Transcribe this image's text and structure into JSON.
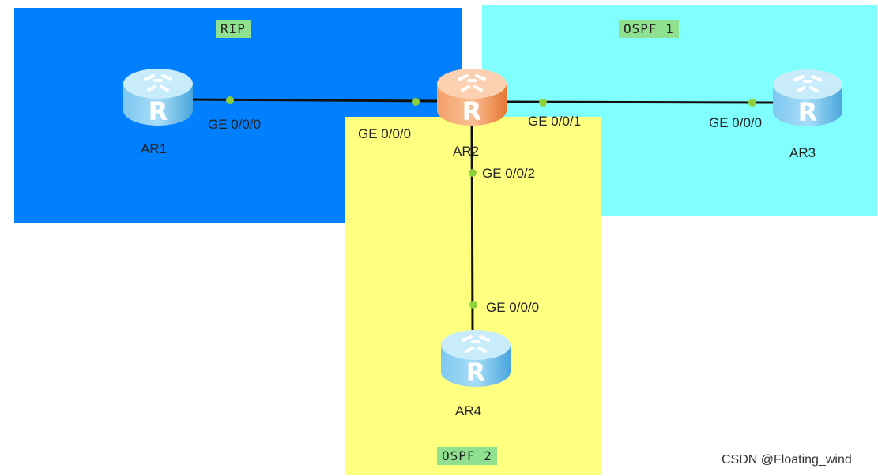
{
  "areas": {
    "rip": {
      "label": "RIP",
      "color": "#0080ff"
    },
    "ospf1": {
      "label": "OSPF 1",
      "color": "#80ffff"
    },
    "ospf2": {
      "label": "OSPF 2",
      "color": "#ffff80"
    },
    "label_color": "#8fe08f"
  },
  "routers": {
    "ar1": {
      "name": "AR1",
      "icon": "router-icon",
      "color": "#5ab4e8"
    },
    "ar2": {
      "name": "AR2",
      "icon": "router-icon",
      "color": "#f08a4b"
    },
    "ar3": {
      "name": "AR3",
      "icon": "router-icon",
      "color": "#5ab4e8"
    },
    "ar4": {
      "name": "AR4",
      "icon": "router-icon",
      "color": "#5ab4e8"
    }
  },
  "interfaces": {
    "ar1_g000": "GE 0/0/0",
    "ar2_g000": "GE 0/0/0",
    "ar2_g001": "GE 0/0/1",
    "ar3_g000": "GE 0/0/0",
    "ar2_g002": "GE 0/0/2",
    "ar4_g000": "GE 0/0/0"
  },
  "link_color": "#111111",
  "port_dot_color": "#8cd13c",
  "watermark": "CSDN @Floating_wind"
}
